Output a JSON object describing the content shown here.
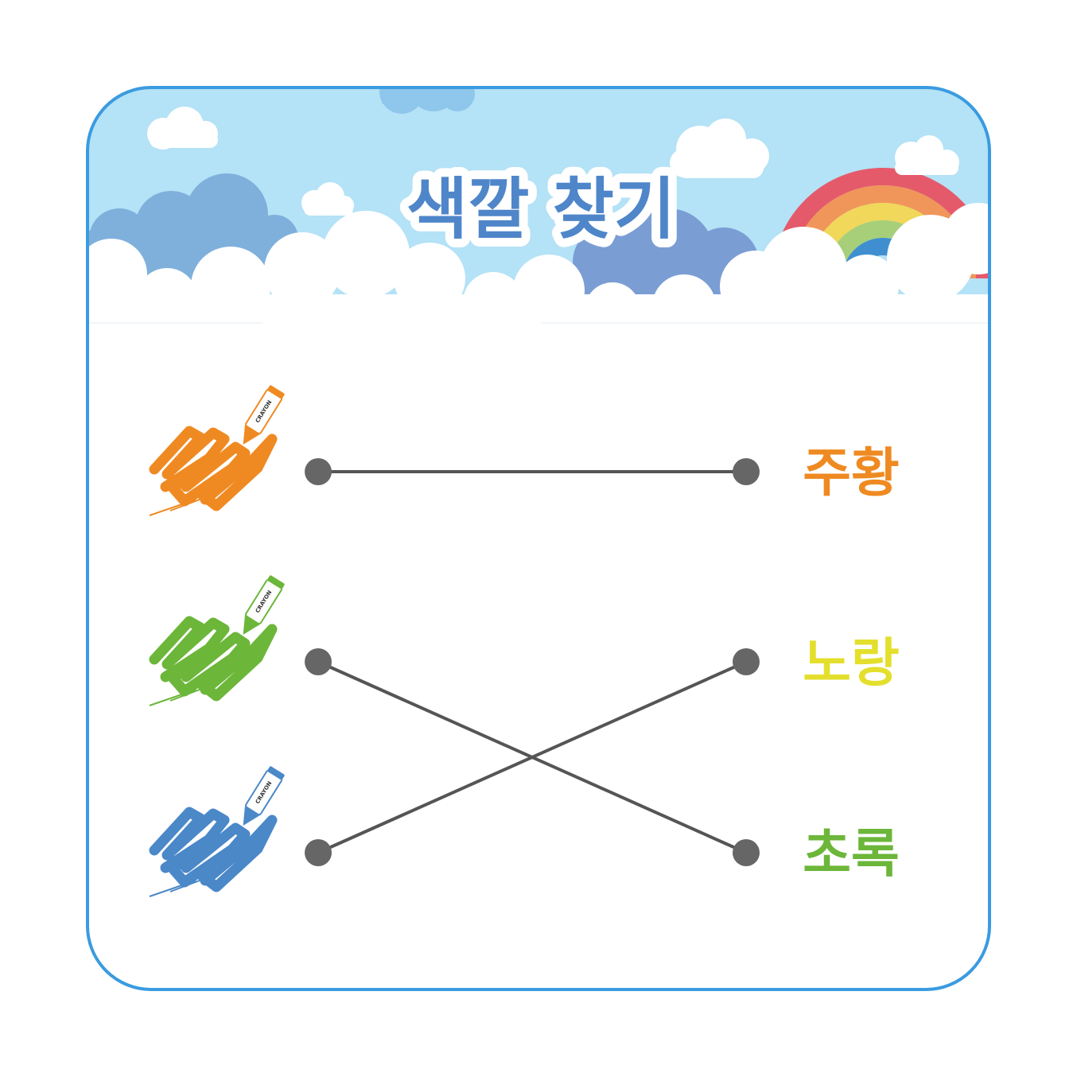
{
  "title": "색깔 찾기",
  "crayon_label": "CRAYON",
  "crayons": [
    {
      "color_name": "orange",
      "color": "#ef8a22"
    },
    {
      "color_name": "green",
      "color": "#6cb63a"
    },
    {
      "color_name": "blue",
      "color": "#4a88c8"
    }
  ],
  "words": [
    {
      "text": "주황",
      "color": "#ef8a22"
    },
    {
      "text": "노랑",
      "color": "#e3df2c"
    },
    {
      "text": "초록",
      "color": "#6cb63a"
    }
  ],
  "connections": [
    {
      "from_crayon": 0,
      "to_word": 0
    },
    {
      "from_crayon": 1,
      "to_word": 2
    },
    {
      "from_crayon": 2,
      "to_word": 1
    }
  ],
  "colors": {
    "frame_border": "#3a9be0",
    "sky": "#b4e2f6",
    "title_fill": "#4f86c9",
    "line": "#555555",
    "dot": "#666666"
  }
}
